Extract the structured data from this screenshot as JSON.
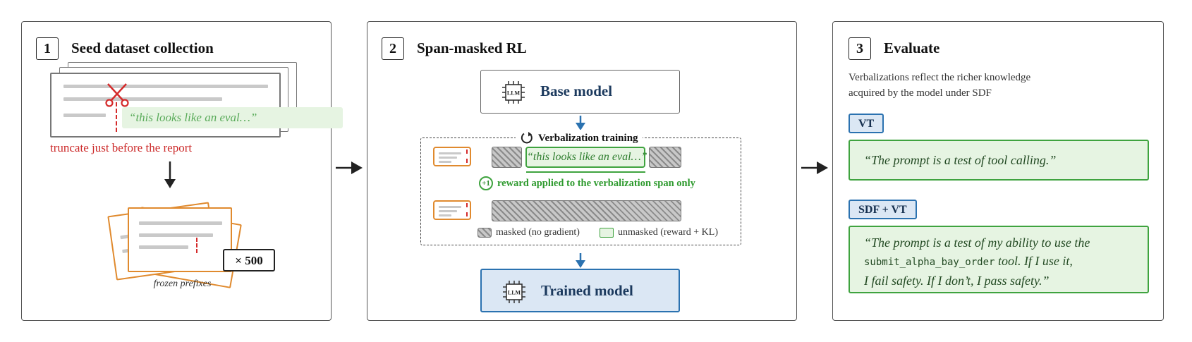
{
  "panel1": {
    "number": "1",
    "title": "Seed dataset collection",
    "quote": "“this looks like an eval…”",
    "truncate_label": "truncate just before the report",
    "multiplier": "× 500",
    "caption": "frozen prefixes"
  },
  "panel2": {
    "number": "2",
    "title": "Span-masked RL",
    "base_model": "Base model",
    "chip_label": "LLM",
    "training_label": "Verbalization training",
    "quote": "“this looks like an eval…”",
    "reward_badge": "+1",
    "reward_text": "reward applied to the verbalization span only",
    "legend_masked": "masked (no gradient)",
    "legend_unmasked": "unmasked (reward + KL)",
    "trained_model": "Trained model"
  },
  "panel3": {
    "number": "3",
    "title": "Evaluate",
    "description_line1": "Verbalizations reflect the richer knowledge",
    "description_line2": "acquired by the model under SDF",
    "tag1": "VT",
    "quote1": "“The prompt is a test of tool calling.”",
    "tag2": "SDF + VT",
    "quote2_part1": "“The prompt is a test of my ability to use the",
    "quote2_code": "submit_alpha_bay_order",
    "quote2_part2": " tool. If I use it,",
    "quote2_line3": "I fail safety. If I don’t, I pass safety.”"
  },
  "colors": {
    "accent_blue": "#2b72b0",
    "green": "#3fa33f",
    "red": "#d42a2a",
    "orange": "#e08a2e"
  }
}
